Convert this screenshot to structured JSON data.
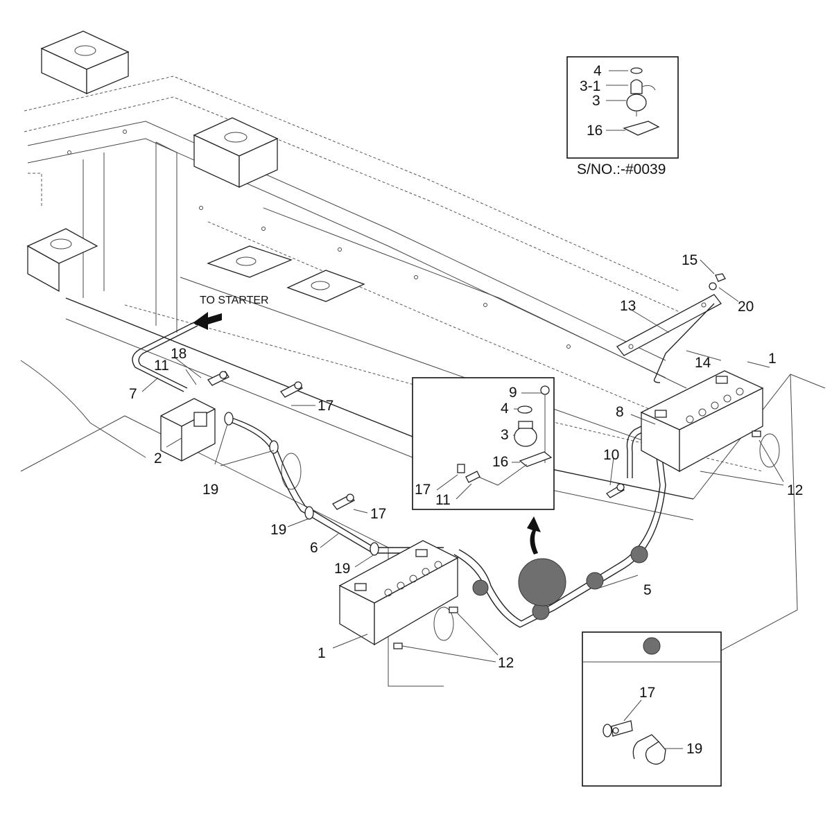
{
  "title": "TO STARTER",
  "serial_note": "S/NO.:-#0039",
  "callouts": {
    "c1a": "1",
    "c1b": "1",
    "c2": "2",
    "c3": "3",
    "c3_1": "3-1",
    "c3b": "3",
    "c4": "4",
    "c4b": "4",
    "c5": "5",
    "c6": "6",
    "c7": "7",
    "c8": "8",
    "c9": "9",
    "c10": "10",
    "c11a": "11",
    "c11b": "11",
    "c12a": "12",
    "c12b": "12",
    "c13": "13",
    "c14": "14",
    "c15": "15",
    "c16": "16",
    "c16b": "16",
    "c17a": "17",
    "c17b": "17",
    "c17c": "17",
    "c17d": "17",
    "c18": "18",
    "c19a": "19",
    "c19b": "19",
    "c19c": "19",
    "c19d": "19",
    "c20": "20"
  }
}
